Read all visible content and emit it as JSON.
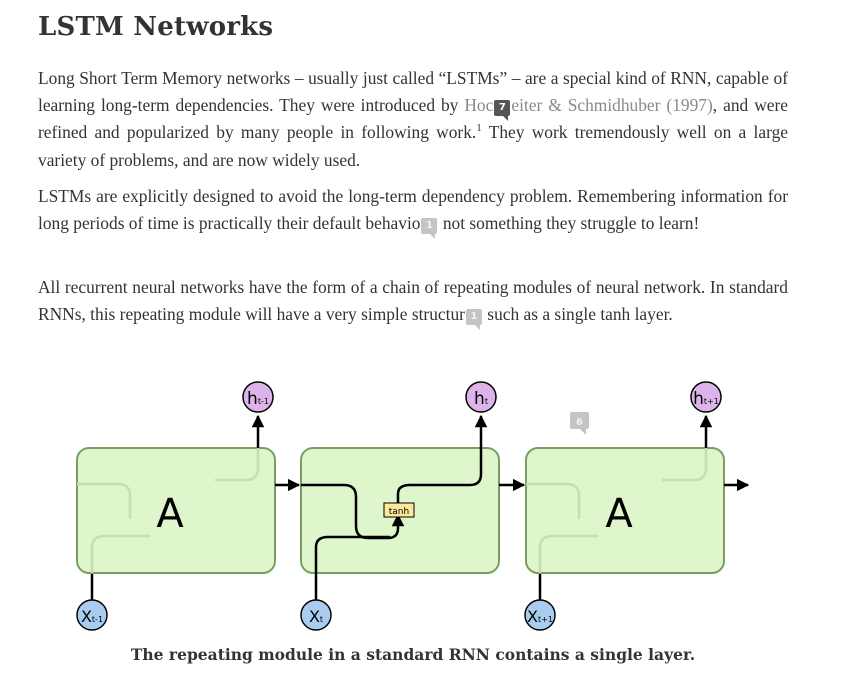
{
  "article": {
    "title": "LSTM Networks",
    "p1": {
      "before": "Long Short Term Memory networks – usually just called “LSTMs” – are a special kind of RNN, capable of learning long-term dependencies. They were introduced by ",
      "citation_a": "Hoc",
      "comment_count": "7",
      "citation_b": "eiter & Schmidhuber (1997)",
      "middle": ", and were refined and popularized by many people in following work.",
      "footnote": "1",
      "after": " They work tremendously well on a large variety of problems, and are now widely used."
    },
    "p2": {
      "before": "LSTMs are explicitly designed to avoid the long-term dependency problem. Remembering information for long periods of time is practically their default behavio",
      "comment_count": "1",
      "after": " not something they struggle to learn!"
    },
    "p3": {
      "before": "All recurrent neural networks have the form of a chain of repeating modules of neural network. In standard RNNs, this repeating module will have a very simple structur",
      "comment_count": "1",
      "after": " such as a single tanh layer."
    }
  },
  "diagram": {
    "comment_count": "6",
    "modules": [
      {
        "label": "A",
        "input": "Xt-1",
        "output": "ht-1"
      },
      {
        "label": "tanh",
        "input": "Xt",
        "output": "ht"
      },
      {
        "label": "A",
        "input": "Xt+1",
        "output": "ht+1"
      }
    ],
    "colors": {
      "module_fill": "#dff5cb",
      "module_stroke": "#7a9c66",
      "input_fill": "#a8cdef",
      "output_fill": "#dcb4ea",
      "tanh_fill": "#fbe89a",
      "arrow": "#000000"
    },
    "caption": "The repeating module in a standard RNN contains a single layer."
  }
}
